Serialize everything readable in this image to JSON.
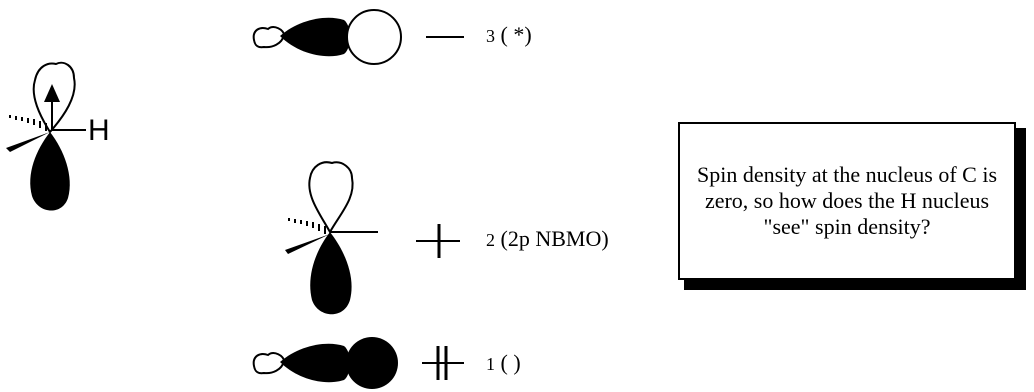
{
  "orbitals": [
    {
      "id": "psi3",
      "number": "3",
      "label": "( *)"
    },
    {
      "id": "psi2",
      "number": "2",
      "label": "(2p NBMO)"
    },
    {
      "id": "psi1",
      "number": "1",
      "label": "( )"
    }
  ],
  "methyl_atom": "H",
  "callout": "Spin density at the nucleus of C is zero, so how does the H nucleus \"see\" spin density?"
}
